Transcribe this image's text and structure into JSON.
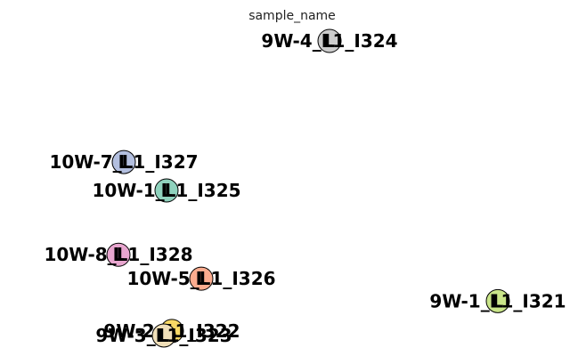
{
  "chart_data": {
    "type": "scatter",
    "title": "sample_name",
    "xlabel": "",
    "ylabel": "",
    "grid": false,
    "axes_visible": false,
    "marker_glyph": "L",
    "points": [
      {
        "label": "9W-4_L1_I324",
        "x": 0.55,
        "y": 1.0,
        "color": "#cccccc"
      },
      {
        "label": "10W-7_L1_I327",
        "x": 0.165,
        "y": 0.595,
        "color": "#b3bfdf"
      },
      {
        "label": "10W-1_L1_I325",
        "x": 0.245,
        "y": 0.5,
        "color": "#8fd2bd"
      },
      {
        "label": "10W-8_L1_I328",
        "x": 0.155,
        "y": 0.285,
        "color": "#e8a6cf"
      },
      {
        "label": "10W-5_L1_I326",
        "x": 0.31,
        "y": 0.205,
        "color": "#fbac8f"
      },
      {
        "label": "9W-1_L1_I321",
        "x": 0.865,
        "y": 0.13,
        "color": "#c9e589"
      },
      {
        "label": "9W-2_L1_I322",
        "x": 0.255,
        "y": 0.03,
        "color": "#f9d965"
      },
      {
        "label": "9W-3_L1_I323",
        "x": 0.24,
        "y": 0.015,
        "color": "#f0dfb8"
      }
    ]
  }
}
